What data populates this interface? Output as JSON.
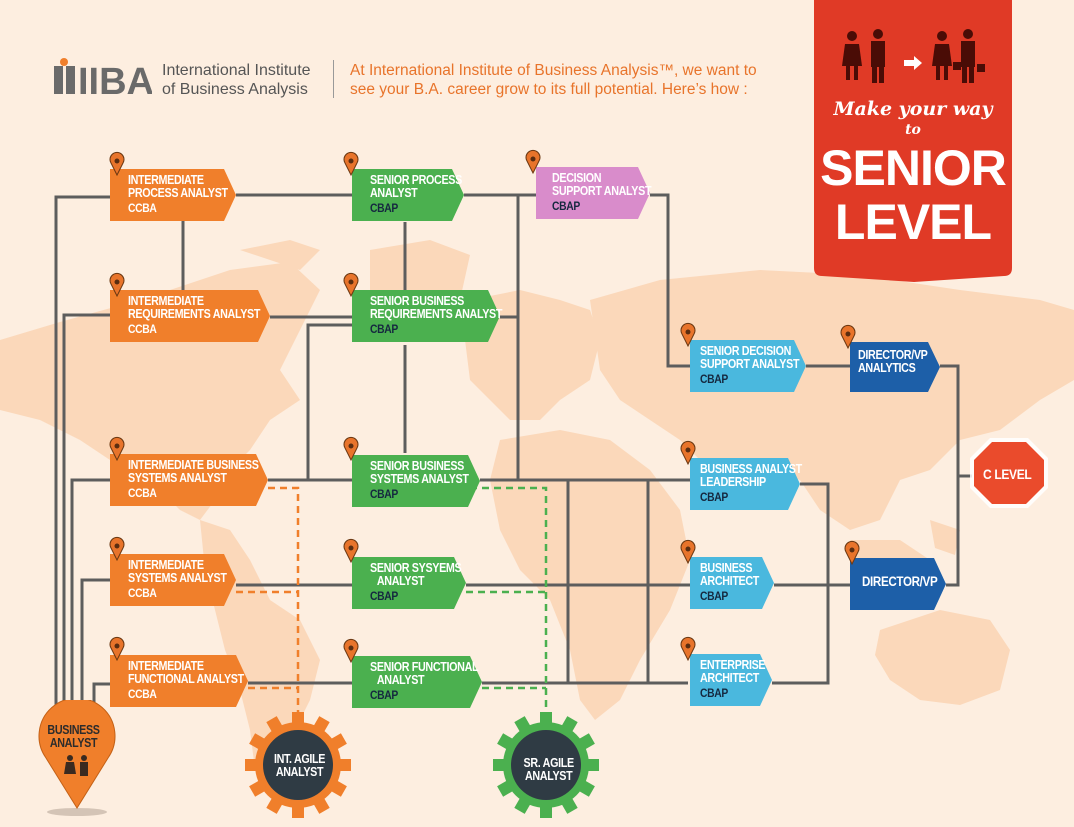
{
  "header": {
    "org_line1": "International Institute",
    "org_line2": "of Business Analysis",
    "tagline_line1": "At International Institute of Business Analysis™, we want to",
    "tagline_line2": "see your B.A. career grow to its full potential. Here’s how :"
  },
  "logo_text": "IIBA",
  "banner": {
    "line1": "Make your way",
    "line2": "to",
    "line3": "SENIOR",
    "line4": "LEVEL"
  },
  "nodes": {
    "int_process": {
      "title1": "INTERMEDIATE",
      "title2": "PROCESS ANALYST",
      "cert": "CCBA"
    },
    "int_requirements": {
      "title1": "INTERMEDIATE",
      "title2": "REQUIREMENTS ANALYST",
      "cert": "CCBA"
    },
    "int_business_systems": {
      "title1": "INTERMEDIATE BUSINESS",
      "title2": "SYSTEMS ANALYST",
      "cert": "CCBA"
    },
    "int_systems": {
      "title1": "INTERMEDIATE",
      "title2": "SYSTEMS ANALYST",
      "cert": "CCBA"
    },
    "int_functional": {
      "title1": "INTERMEDIATE",
      "title2": "FUNCTIONAL ANALYST",
      "cert": "CCBA"
    },
    "sr_process": {
      "title1": "SENIOR PROCESS",
      "title2": "ANALYST",
      "cert": "CBAP"
    },
    "sr_business_requirements": {
      "title1": "SENIOR BUSINESS",
      "title2": "REQUIREMENTS ANALYST",
      "cert": "CBAP"
    },
    "sr_business_systems": {
      "title1": "SENIOR BUSINESS",
      "title2": "SYSTEMS ANALYST",
      "cert": "CBAP"
    },
    "sr_systems": {
      "title1": "SENIOR SYSYEMS",
      "title2": "ANALYST",
      "cert": "CBAP"
    },
    "sr_functional": {
      "title1": "SENIOR FUNCTIONAL",
      "title2": "ANALYST",
      "cert": "CBAP"
    },
    "decision_support": {
      "title1": "DECISION",
      "title2": "SUPPORT ANALYST",
      "cert": "CBAP"
    },
    "sr_decision_support": {
      "title1": "SENIOR DECISION",
      "title2": "SUPPORT ANALYST",
      "cert": "CBAP"
    },
    "ba_leadership": {
      "title1": "BUSINESS ANALYST",
      "title2": "LEADERSHIP",
      "cert": "CBAP"
    },
    "business_architect": {
      "title1": "BUSINESS",
      "title2": "ARCHITECT",
      "cert": "CBAP"
    },
    "enterprise_architect": {
      "title1": "ENTERPRISE",
      "title2": "ARCHITECT",
      "cert": "CBAP"
    },
    "director_vp_analytics": {
      "title1": "DIRECTOR/VP",
      "title2": "ANALYTICS"
    },
    "director_vp": {
      "title1": "DIRECTOR/VP"
    }
  },
  "c_level": "C LEVEL",
  "start": {
    "line1": "BUSINESS",
    "line2": "ANALYST"
  },
  "int_agile": {
    "line1": "INT. AGILE",
    "line2": "ANALYST"
  },
  "sr_agile": {
    "line1": "SR. AGILE",
    "line2": "ANALYST"
  },
  "colors": {
    "intermediate": "#f07f2b",
    "senior": "#4bb04f",
    "decision": "#d98ccb",
    "senior_decision": "#4ab8de",
    "director": "#1d5fa8",
    "c_level": "#ea4b2c",
    "banner": "#e03a26",
    "lines": "#5d5d5d",
    "int_agile_dash": "#f07f2b",
    "sr_agile_dash": "#4bb04f",
    "map": "#fbd9bd"
  }
}
